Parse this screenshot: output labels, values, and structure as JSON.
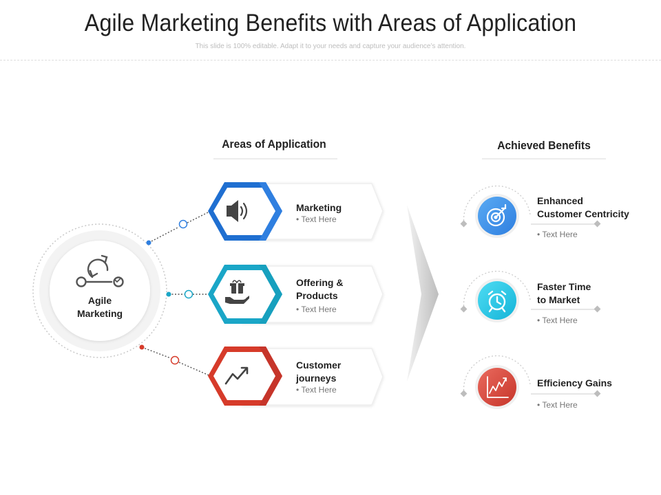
{
  "slide": {
    "title": "Agile Marketing Benefits with Areas of Application",
    "subtitle": "This slide is 100% editable. Adapt it to your needs and capture your audience’s attention."
  },
  "center": {
    "label_line1": "Agile",
    "label_line2": "Marketing",
    "icon": "agile-cycle-icon"
  },
  "areas": {
    "heading": "Areas of Application",
    "items": [
      {
        "title_line1": "Marketing",
        "title_line2": "",
        "text": "Text Here",
        "icon": "megaphone-speaker-icon",
        "color": "#1f6fd1"
      },
      {
        "title_line1": "Offering &",
        "title_line2": "Products",
        "text": "Text Here",
        "icon": "gift-hand-icon",
        "color": "#1aa6c7"
      },
      {
        "title_line1": "Customer",
        "title_line2": "journeys",
        "text": "Text Here",
        "icon": "trend-up-icon",
        "color": "#d63b2a"
      }
    ]
  },
  "benefits": {
    "heading": "Achieved Benefits",
    "items": [
      {
        "title_line1": "Enhanced",
        "title_line2": "Customer Centricity",
        "text": "Text Here",
        "icon": "target-icon",
        "color": "#3b8ee8"
      },
      {
        "title_line1": "Faster Time",
        "title_line2": "to Market",
        "text": "Text Here",
        "icon": "alarm-clock-icon",
        "color": "#1fc3e0"
      },
      {
        "title_line1": "Efficiency Gains",
        "title_line2": "",
        "text": "Text Here",
        "icon": "growth-chart-icon",
        "color": "#d9463a"
      }
    ]
  }
}
